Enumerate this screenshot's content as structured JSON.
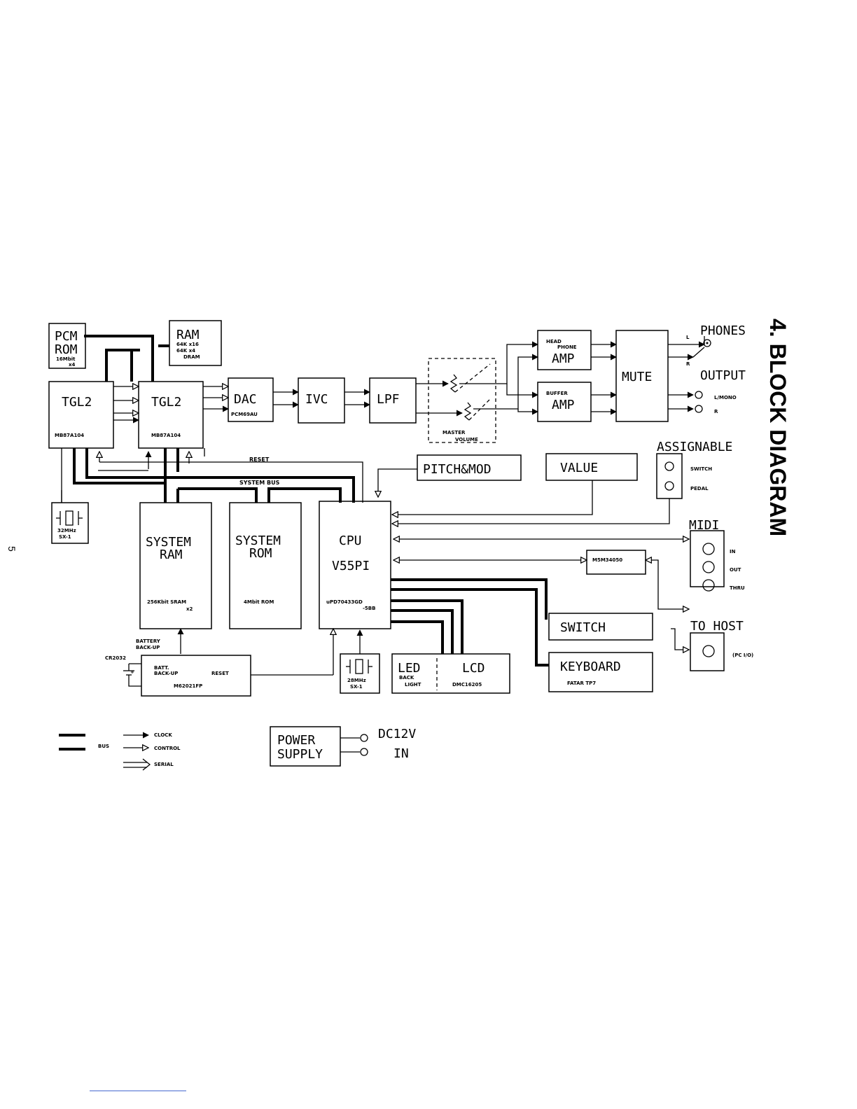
{
  "title": "4. BLOCK DIAGRAM",
  "page_number": "5",
  "blocks": {
    "pcm_rom": {
      "name_line1": "PCM",
      "name_line2": "ROM",
      "detail_line1": "16Mbit",
      "detail_line2": "x4"
    },
    "ram": {
      "name": "RAM",
      "detail_line1": "64K x16",
      "detail_line2": "64K x4",
      "detail_line3": "DRAM"
    },
    "tgl2_a": {
      "name": "TGL2",
      "part": "MB87A104"
    },
    "tgl2_b": {
      "name": "TGL2",
      "part": "MB87A104"
    },
    "dac": {
      "name": "DAC",
      "part": "PCM69AU"
    },
    "ivc": {
      "name": "IVC"
    },
    "lpf": {
      "name": "LPF"
    },
    "master_volume": {
      "line1": "MASTER",
      "line2": "VOLUME"
    },
    "headphone_amp": {
      "line1": "HEAD",
      "line2": "PHONE",
      "name": "AMP"
    },
    "buffer_amp": {
      "line1": "BUFFER",
      "name": "AMP"
    },
    "mute": {
      "name": "MUTE"
    },
    "phones": {
      "label": "PHONES",
      "left": "L",
      "right": "R"
    },
    "output": {
      "label": "OUTPUT",
      "left": "L/MONO",
      "right": "R"
    },
    "assignable": {
      "label": "ASSIGNABLE",
      "switch": "SWITCH",
      "pedal": "PEDAL"
    },
    "pitch_mod": {
      "name": "PITCH&MOD"
    },
    "value": {
      "name": "VALUE"
    },
    "crystal_32": {
      "line1": "32MHz",
      "line2": "SX-1"
    },
    "system_ram": {
      "line1": "SYSTEM",
      "line2": "RAM",
      "detail_line1": "256Kbit SRAM",
      "detail_line2": "x2"
    },
    "system_rom": {
      "line1": "SYSTEM",
      "line2": "ROM",
      "detail": "4Mbit ROM"
    },
    "cpu": {
      "line1": "CPU",
      "line2": "V55PI",
      "detail_line1": "uPD70433GD",
      "detail_line2": "-5BB"
    },
    "midi": {
      "label": "MIDI",
      "in": "IN",
      "out": "OUT",
      "thru": "THRU"
    },
    "m5m34050": {
      "name": "M5M34050"
    },
    "switch": {
      "name": "SWITCH"
    },
    "keyboard": {
      "name": "KEYBOARD",
      "part": "FATAR TP7"
    },
    "to_host": {
      "label": "TO HOST",
      "note": "(PC I/O)"
    },
    "led": {
      "name": "LED",
      "line1": "BACK",
      "line2": "LIGHT"
    },
    "lcd": {
      "name": "LCD",
      "part": "DMC16205"
    },
    "crystal_28": {
      "line1": "28MHz",
      "line2": "SX-1"
    },
    "batt_backup": {
      "line1": "BATT.",
      "line2": "BACK-UP",
      "reset": "RESET",
      "part": "M62021FP"
    },
    "battery": {
      "cell": "CR2032",
      "line1": "BATTERY",
      "line2": "BACK-UP",
      "plus": "+"
    },
    "power_supply": {
      "line1": "POWER",
      "line2": "SUPPLY",
      "dc_line1": "DC12V",
      "dc_line2": "IN"
    }
  },
  "signals": {
    "reset": "RESET",
    "system_bus": "SYSTEM BUS"
  },
  "legend": {
    "bus": "BUS",
    "clock": "CLOCK",
    "control": "CONTROL",
    "serial": "SERIAL"
  }
}
